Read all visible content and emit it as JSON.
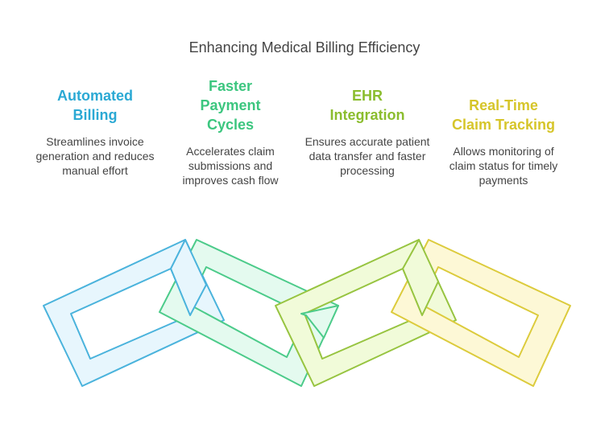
{
  "title": "Enhancing Medical Billing Efficiency",
  "columns": [
    {
      "heading": "Automated\nBilling",
      "description": "Streamlines invoice generation and reduces manual effort",
      "color": "#2ba9d4"
    },
    {
      "heading": "Faster\nPayment\nCycles",
      "description": "Accelerates claim submissions and improves cash flow",
      "color": "#3cc67f"
    },
    {
      "heading": "EHR\nIntegration",
      "description": "Ensures accurate patient data transfer and faster processing",
      "color": "#8bbd2e"
    },
    {
      "heading": "Real-Time\nClaim Tracking",
      "description": "Allows monitoring of claim status for timely payments",
      "color": "#d6c52a"
    }
  ],
  "links": [
    {
      "stroke": "#4ab3dc",
      "fill": "#e7f6fd"
    },
    {
      "stroke": "#4ccb8a",
      "fill": "#e4faef"
    },
    {
      "stroke": "#97c440",
      "fill": "#f1fbd9"
    },
    {
      "stroke": "#dccb3c",
      "fill": "#fdf8d6"
    }
  ]
}
